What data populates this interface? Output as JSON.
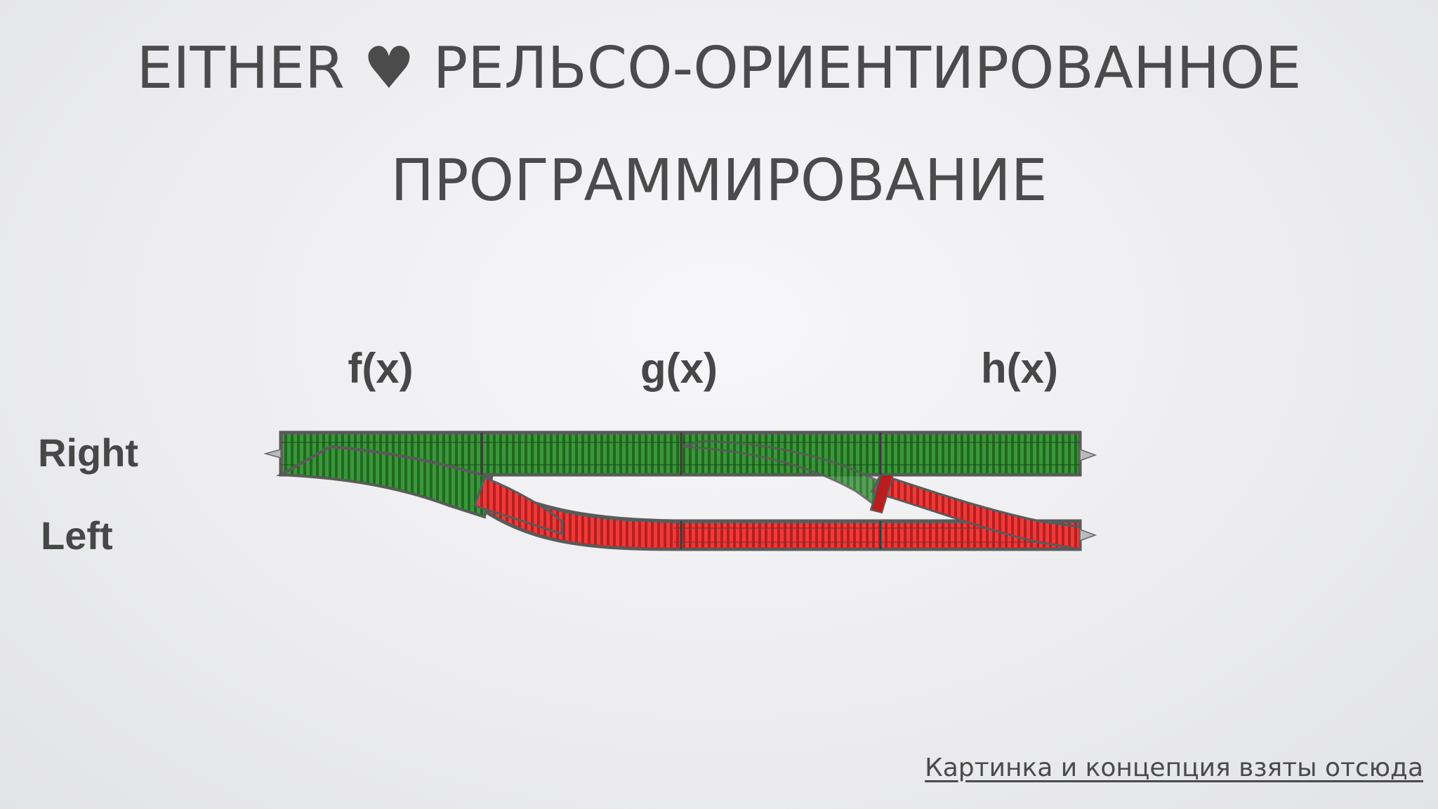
{
  "title": {
    "line1_before_heart": "EITHER",
    "heart": "♥",
    "line1_after_heart": "РЕЛЬСО-ОРИЕНТИРОВАННОЕ",
    "line2": "ПРОГРАММИРОВАНИЕ"
  },
  "functions": [
    "f(x)",
    "g(x)",
    "h(x)"
  ],
  "tracks": {
    "right": {
      "label": "Right",
      "color": "#2e8b2e"
    },
    "left": {
      "label": "Left",
      "color": "#e02a2a"
    }
  },
  "source_link": "Картинка и концепция взяты отсюда",
  "colors": {
    "text": "#4b4b4b",
    "rail_border": "#555555",
    "green": "#3f9a3f",
    "red": "#e23030"
  }
}
